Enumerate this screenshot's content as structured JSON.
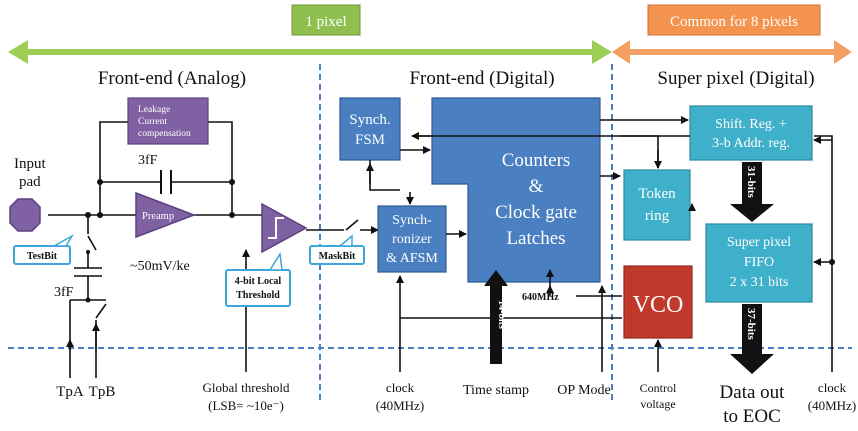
{
  "colors": {
    "pixel_tag": "#8fc04f",
    "common_tag": "#f3934e",
    "green_arrow": "#9ccd55",
    "orange_arrow": "#f4a062",
    "dark_blue_box": "#4a7fc1",
    "light_blue_box": "#3fb0c9",
    "purple": "#8061a3",
    "vco_red": "#c0392b",
    "divider_blue": "#4a7fc1",
    "callout_border": "#3da7d8"
  },
  "tags": {
    "pixel": "1 pixel",
    "common": "Common for 8 pixels"
  },
  "sections": {
    "analog": "Front-end (Analog)",
    "digital": "Front-end (Digital)",
    "super": "Super pixel (Digital)"
  },
  "blocks": {
    "leakage": [
      "Leakage",
      "Current",
      "compensation"
    ],
    "preamp": "Preamp",
    "synch_fsm": [
      "Synch.",
      "FSM"
    ],
    "synchronizer": [
      "Synch-",
      "ronizer",
      "& AFSM"
    ],
    "counters": [
      "Counters",
      "&",
      "Clock gate",
      "Latches"
    ],
    "token_ring": [
      "Token",
      "ring"
    ],
    "shift_reg": [
      "Shift. Reg. +",
      "3-b Addr. reg."
    ],
    "super_fifo": [
      "Super pixel",
      "FIFO",
      "2 x 31 bits"
    ],
    "vco": "VCO"
  },
  "labels": {
    "input_pad": [
      "Input",
      "pad"
    ],
    "cap_feedback": "3fF",
    "cap_test": "3fF",
    "gain": "~50mV/ke",
    "freq_640": "640MHz",
    "bits_31": "31-bits",
    "bits_37": "37-bits",
    "bits_14": "14-bits"
  },
  "callouts": {
    "testbit": "TestBit",
    "threshold": [
      "4-bit Local",
      "Threshold"
    ],
    "maskbit": "MaskBit"
  },
  "bottom": {
    "tpa": "TpA",
    "tpb": "TpB",
    "global_threshold": [
      "Global threshold",
      "(LSB= ~10e⁻)"
    ],
    "clock_left": [
      "clock",
      "(40MHz)"
    ],
    "time_stamp": "Time stamp",
    "op_mode": "OP Mode",
    "control_voltage": [
      "Control",
      "voltage"
    ],
    "data_out": [
      "Data out",
      "to EOC"
    ],
    "clock_right": [
      "clock",
      "(40MHz)"
    ]
  }
}
